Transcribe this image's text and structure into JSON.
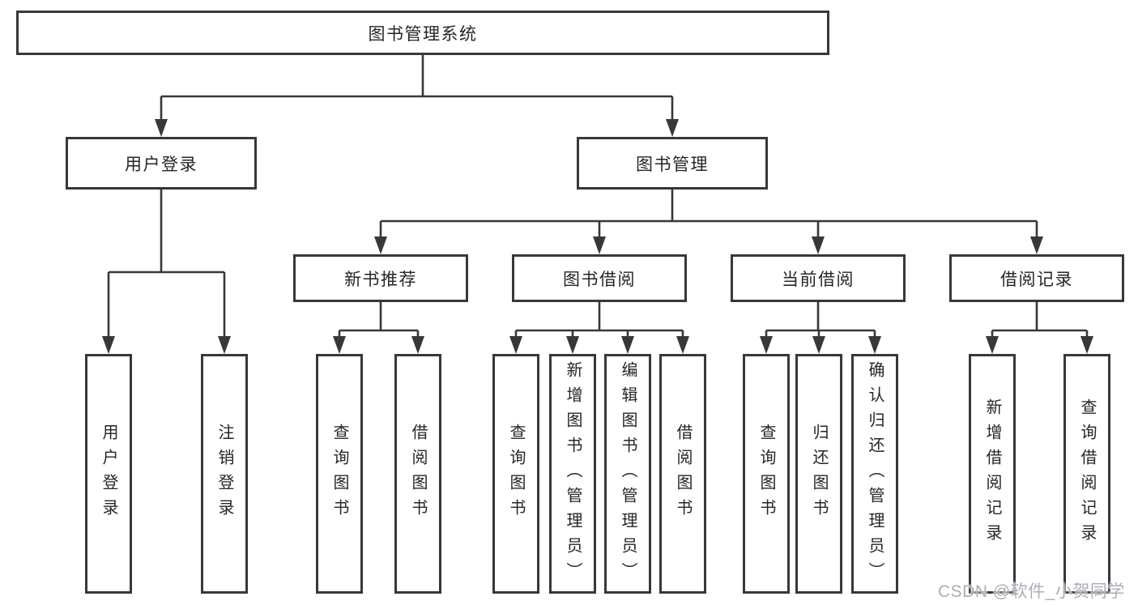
{
  "diagram": {
    "root": "图书管理系统",
    "level2": [
      "用户登录",
      "图书管理"
    ],
    "level3": [
      "新书推荐",
      "图书借阅",
      "当前借阅",
      "借阅记录"
    ],
    "leaves_user_login": [
      "用户登录",
      "注销登录"
    ],
    "leaves_new_book": [
      "查询图书",
      "借阅图书"
    ],
    "leaves_book_borrow": [
      "查询图书",
      "新增图书（管理员）",
      "编辑图书（管理员）",
      "借阅图书"
    ],
    "leaves_current_borrow": [
      "查询图书",
      "归还图书",
      "确认归还（管理员）"
    ],
    "leaves_borrow_records": [
      "新增借阅记录",
      "查询借阅记录"
    ]
  },
  "watermark": "CSDN @软件_小贺同学",
  "colors": {
    "background": "#ffffff",
    "line": "#383838",
    "box_border": "#383838",
    "text": "#262626",
    "watermark": "#a9aeb8"
  }
}
